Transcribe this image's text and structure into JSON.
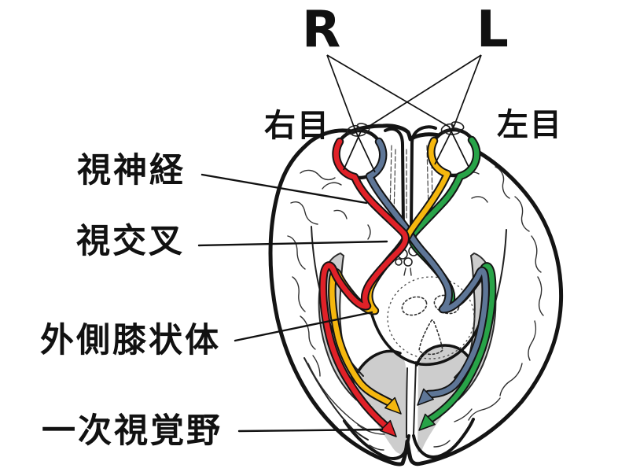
{
  "labels": {
    "right_visual_field": "R",
    "left_visual_field": "L",
    "right_eye": "右目",
    "left_eye": "左目",
    "optic_nerve": "視神経",
    "optic_chiasm": "視交叉",
    "lateral_geniculate_body": "外側膝状体",
    "primary_visual_cortex": "一次視覚野"
  },
  "colors": {
    "pathway-red": "#e02128",
    "pathway-yellow": "#f5b70e",
    "pathway-green": "#28a348",
    "pathway-blue": "#5e7697",
    "region-gray": "#cdcdcd",
    "ink": "#141414"
  }
}
